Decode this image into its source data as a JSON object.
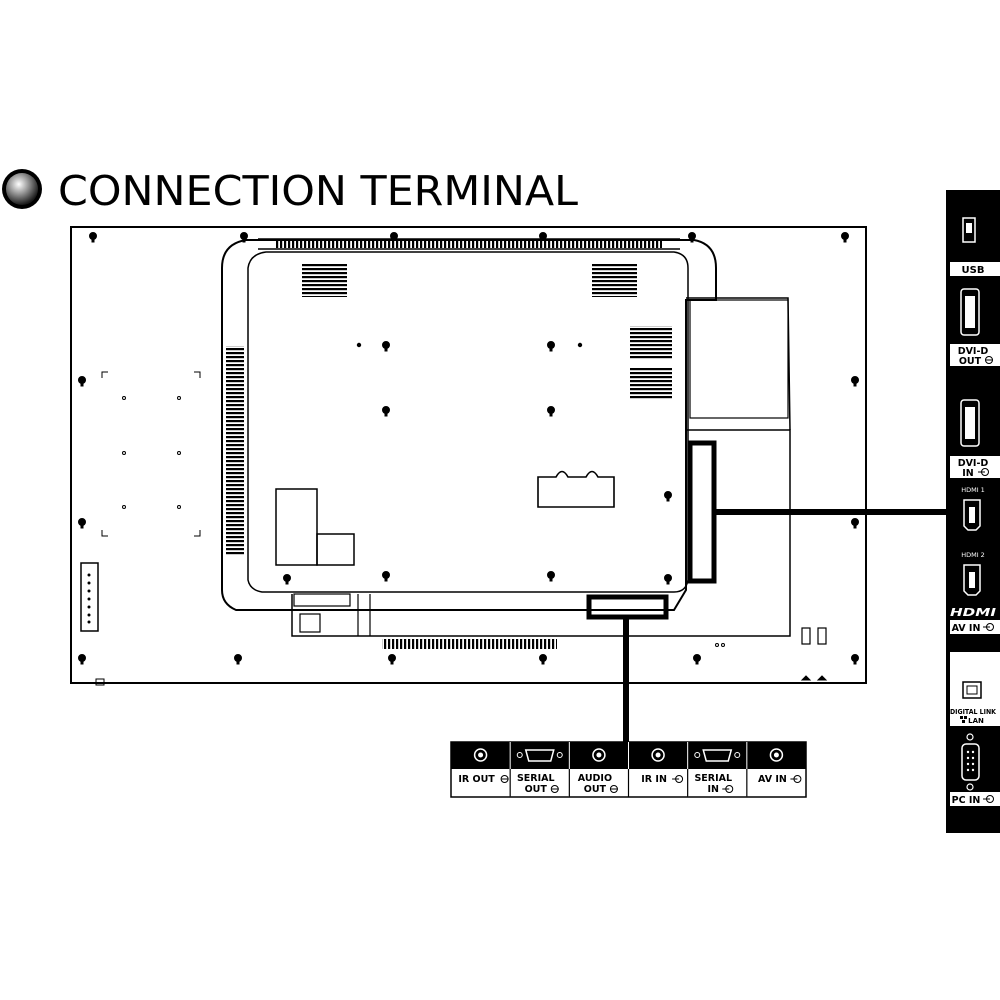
{
  "title": "CONNECTION TERMINAL",
  "bottom_terminals": [
    {
      "line1": "IR OUT",
      "line2": "",
      "icon": "jack-icon",
      "arrow": "out"
    },
    {
      "line1": "SERIAL",
      "line2": "OUT",
      "icon": "dsub-icon",
      "arrow": "out"
    },
    {
      "line1": "AUDIO",
      "line2": "OUT",
      "icon": "jack-icon",
      "arrow": "out"
    },
    {
      "line1": "IR IN",
      "line2": "",
      "icon": "jack-icon",
      "arrow": "in"
    },
    {
      "line1": "SERIAL",
      "line2": "IN",
      "icon": "dsub-icon",
      "arrow": "in"
    },
    {
      "line1": "AV IN",
      "line2": "",
      "icon": "jack-icon",
      "arrow": "in"
    }
  ],
  "side_terminals": {
    "usb": "USB",
    "dvi_out_1": "DVI-D",
    "dvi_out_2": "OUT",
    "dvi_in_1": "DVI-D",
    "dvi_in_2": "IN",
    "hdmi1": "HDMI 1",
    "hdmi2": "HDMI 2",
    "hdmi_logo": "HDMI",
    "av_in": "AV IN",
    "digital_link_1": "DIGITAL LINK",
    "digital_link_2": "LAN",
    "pc_in": "PC IN"
  },
  "colors": {
    "ink": "#000000",
    "paper": "#ffffff"
  }
}
